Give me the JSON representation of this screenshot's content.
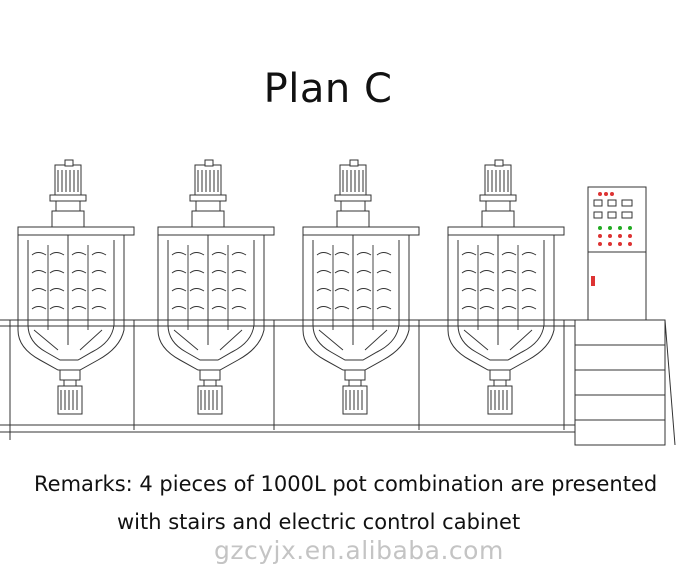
{
  "title": "Plan C",
  "remarks": {
    "line1": "Remarks: 4 pieces of 1000L pot combination are presented",
    "line2": "with stairs and electric control cabinet"
  },
  "watermark": "gzcyjx.en.alibaba.com",
  "diagram": {
    "pot_count": 4,
    "pot_capacity": "1000L",
    "has_stairs": true,
    "has_control_cabinet": true
  }
}
